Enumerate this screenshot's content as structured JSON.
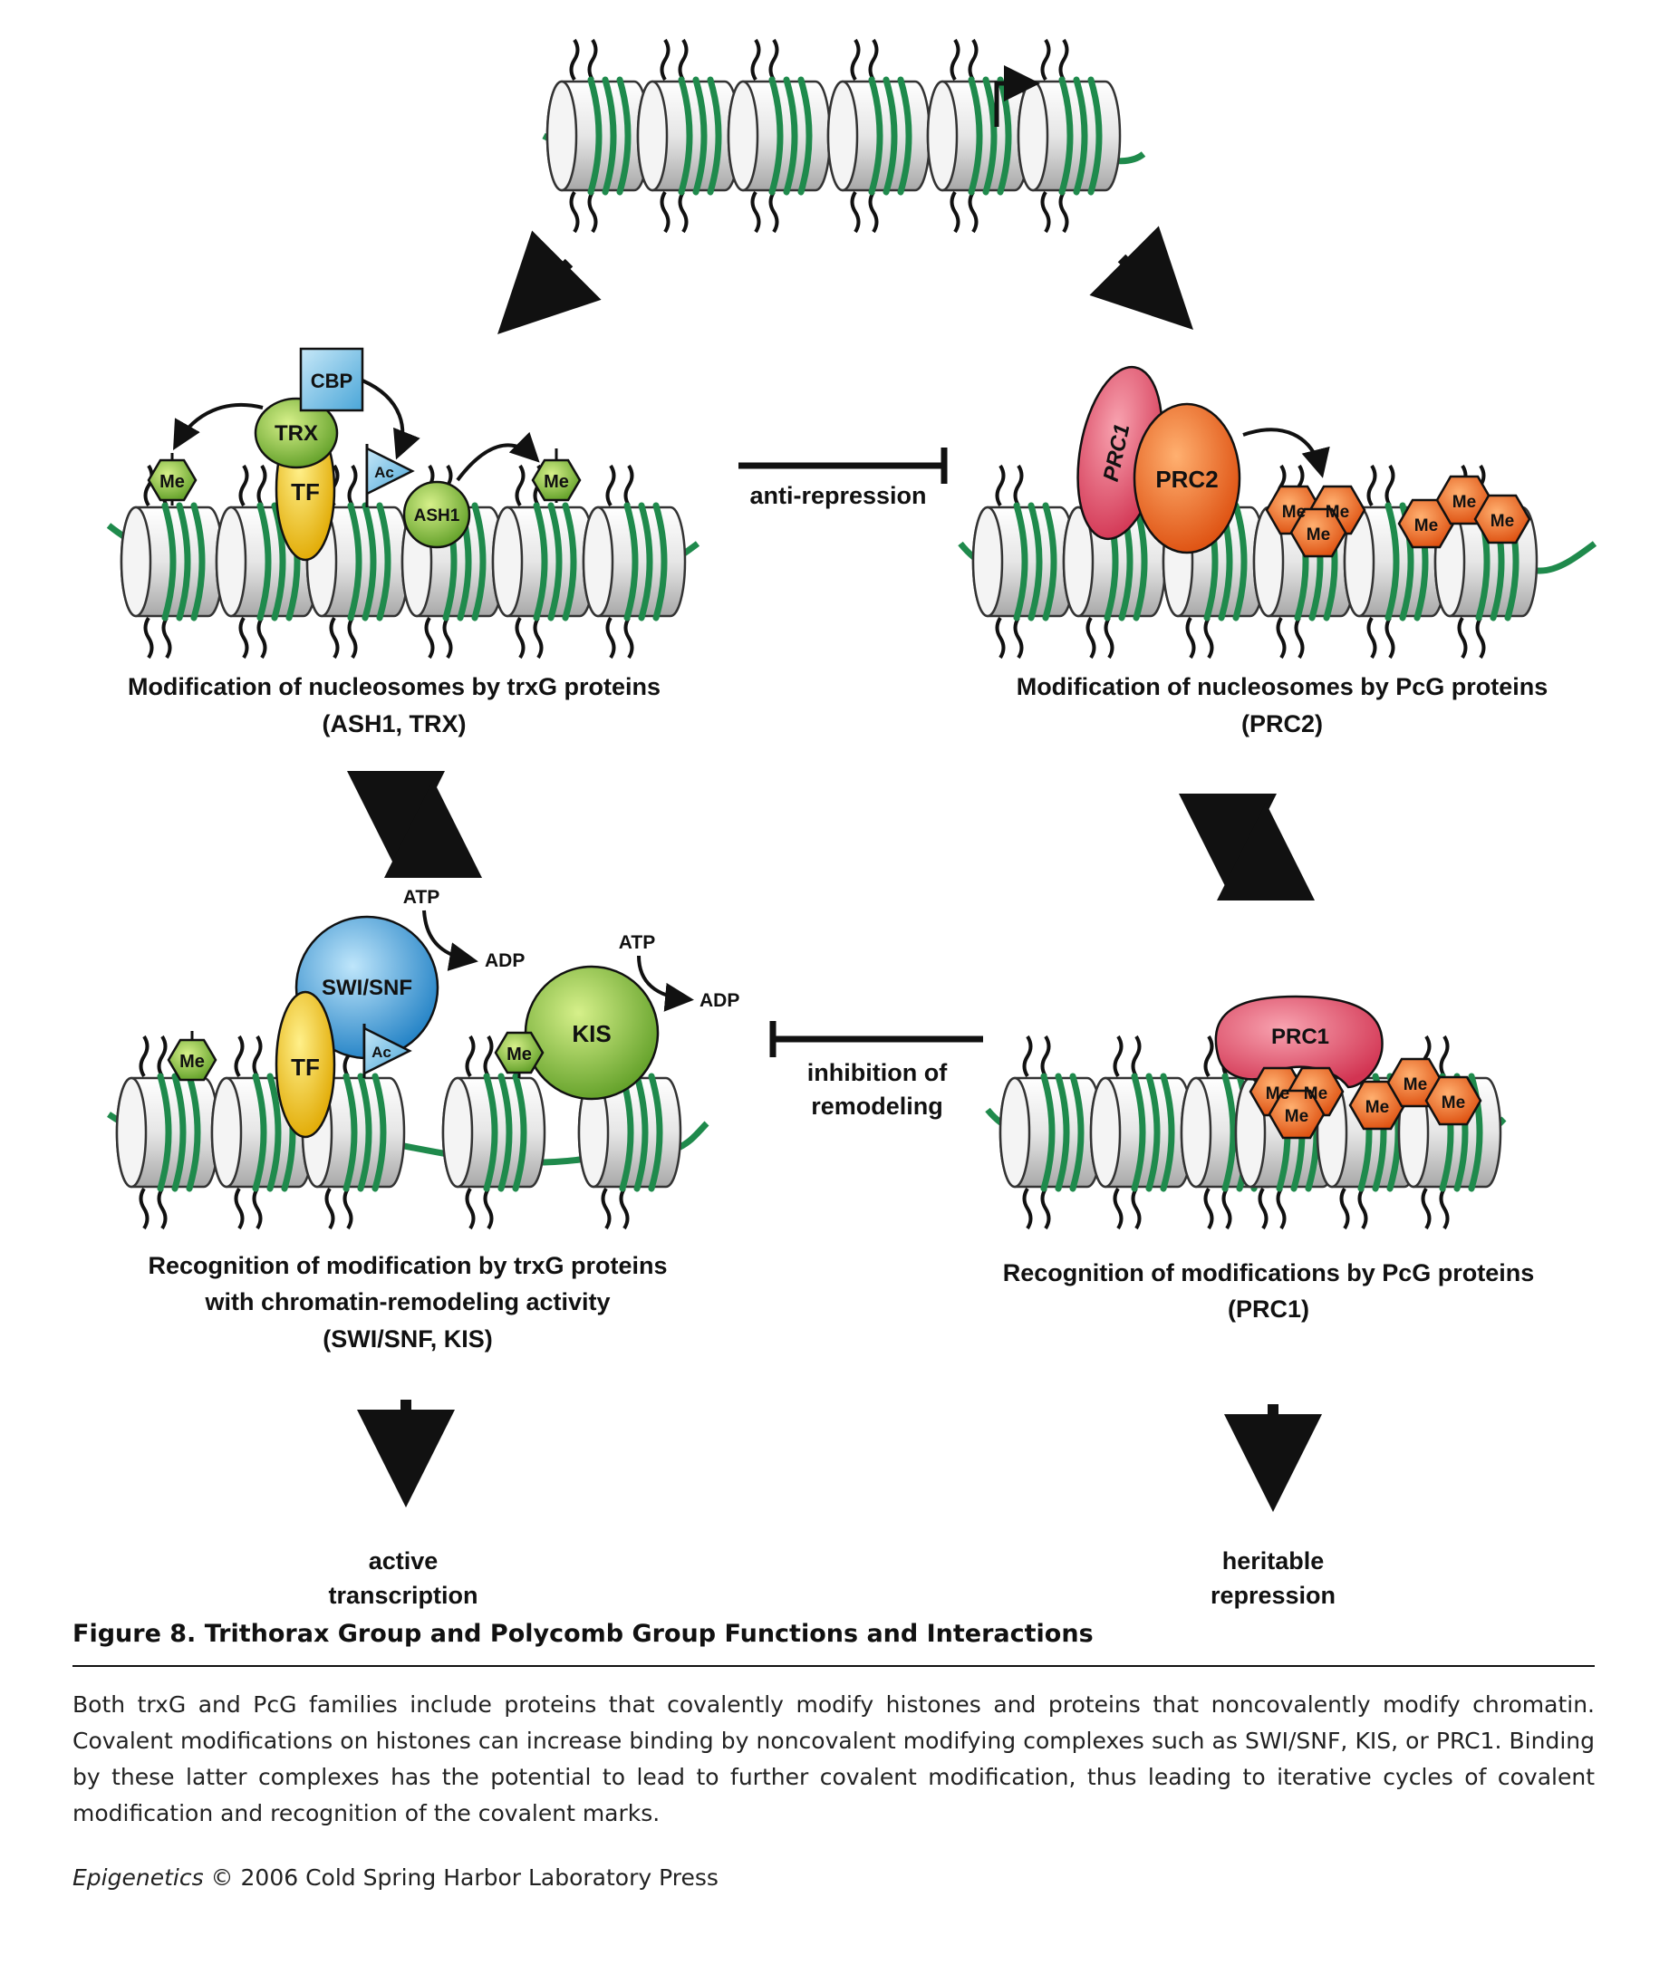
{
  "figure": {
    "title": "Figure 8.  Trithorax Group and Polycomb Group Functions and Interactions",
    "caption": "Both trxG and PcG families include proteins that covalently modify histones and proteins that noncovalently modify chromatin. Covalent modifications on histones can increase binding by noncovalent modifying complexes such as SWI/SNF, KIS, or PRC1. Binding by these latter complexes has the potential to lead to further covalent modification, thus leading to iterative cycles of covalent modification and recognition of the covalent marks.",
    "credit_italic": "Epigenetics",
    "credit_rest": " © 2006 Cold Spring Harbor Laboratory Press"
  },
  "panels": {
    "top_left": {
      "line1": "Modification of nucleosomes by trxG proteins",
      "line2": "(ASH1, TRX)",
      "proteins": {
        "cbp": "CBP",
        "trx": "TRX",
        "tf": "TF",
        "ac": "Ac",
        "ash1": "ASH1",
        "me": "Me"
      }
    },
    "top_right": {
      "line1": "Modification of nucleosomes by PcG proteins",
      "line2": "(PRC2)",
      "proteins": {
        "prc1": "PRC1",
        "prc2": "PRC2",
        "me": "Me"
      }
    },
    "bottom_left": {
      "line1": "Recognition of modification by trxG proteins",
      "line2": "with chromatin-remodeling activity",
      "line3": "(SWI/SNF, KIS)",
      "proteins": {
        "swisnf": "SWI/SNF",
        "tf": "TF",
        "ac": "Ac",
        "kis": "KIS",
        "me": "Me",
        "atp": "ATP",
        "adp": "ADP"
      }
    },
    "bottom_right": {
      "line1": "Recognition of modifications by PcG  proteins",
      "line2": "(PRC1)",
      "proteins": {
        "prc1": "PRC1",
        "me": "Me"
      }
    }
  },
  "interactions": {
    "anti_repression": "anti-repression",
    "inhibition_line1": "inhibition of",
    "inhibition_line2": "remodeling"
  },
  "outcomes": {
    "left_line1": "active",
    "left_line2": "transcription",
    "right_line1": "heritable",
    "right_line2": "repression"
  },
  "colors": {
    "dna": "#1f8a4c",
    "nucleosome": "#e6e6e6",
    "green_protein": "#8cc63f",
    "yellow_protein": "#f5cc1c",
    "blue_protein": "#3aa0dc",
    "light_blue": "#7cc3e6",
    "pink_protein": "#e0506a",
    "orange_protein": "#f26a1d"
  }
}
